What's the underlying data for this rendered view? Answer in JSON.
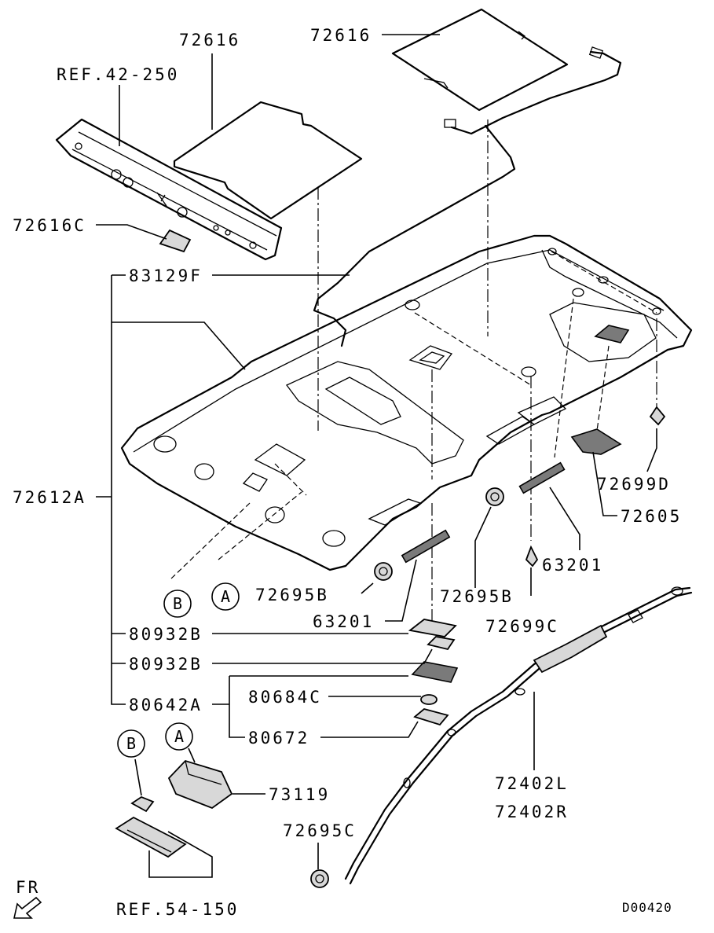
{
  "diagram": {
    "labels": {
      "pad_top": "72616",
      "pad_mid": "72616",
      "ref_42_250": "REF.42-250",
      "part_72616C": "72616C",
      "part_83129F": "83129F",
      "part_72612A": "72612A",
      "part_72699D": "72699D",
      "part_72605": "72605",
      "part_63201_right": "63201",
      "part_72695B_left": "72695B",
      "part_72695B_right": "72695B",
      "part_63201_left": "63201",
      "part_72699C": "72699C",
      "part_80932B_1": "80932B",
      "part_80932B_2": "80932B",
      "part_80642A": "80642A",
      "part_80684C": "80684C",
      "part_80672": "80672",
      "part_73119": "73119",
      "part_72402L": "72402L",
      "part_72402R": "72402R",
      "part_72695C": "72695C",
      "ref_54_150": "REF.54-150",
      "front_marker": "FR",
      "diagram_code": "D00420"
    },
    "callouts": {
      "A": "A",
      "B": "B"
    }
  }
}
